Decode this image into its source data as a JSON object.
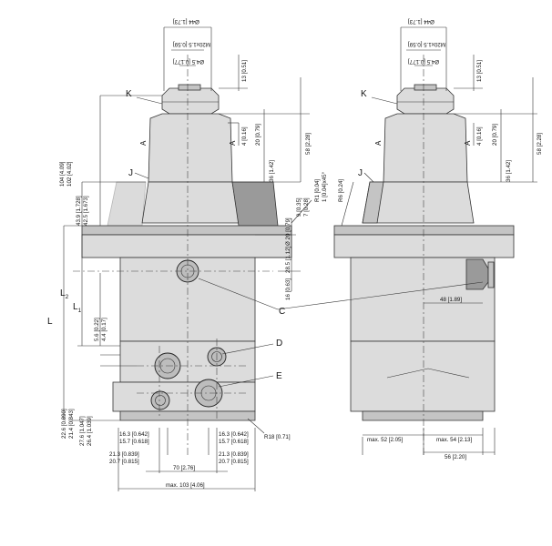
{
  "labels": {
    "K": "K",
    "J": "J",
    "A": "A",
    "C": "C",
    "D": "D",
    "E": "E",
    "L": "L",
    "L1": "L",
    "L1_sub": "1",
    "L2": "L",
    "L2_sub": "2"
  },
  "dims": {
    "d44": "Ø44 [1.73]",
    "m20": "M20x1.5 [0.59]",
    "d45": "Ø4.5 [0.177]",
    "d13": "13 [0.51]",
    "d58": "58 [2.28]",
    "d20": "20 [0.79]",
    "d4": "4 [0.16]",
    "d36": "36 [1.42]",
    "d104": "104 [4.09]",
    "d102": "102 [4.02]",
    "d439": "43.9 [1.728]",
    "d425": "42.5 [1.673]",
    "r1": "R1 [0.04]",
    "c1": "1 [0.04]x45°",
    "r6": "R6 [0.24]",
    "d9": "9 [0.35]",
    "d7": "7 [0.28]",
    "d020": "Ø 20 [0.79]",
    "d285": "28.5 [1.12]",
    "d16": "16 [0.63]",
    "d56": "5.6 [0.22]",
    "d44b": "4.4 [0.17]",
    "d48": "48 [1.89]",
    "d226": "22.6 [0.890]",
    "d214": "21.4 [0.843]",
    "d276": "27.6 [1.047]",
    "d264": "26.4 [1.039]",
    "d163": "16.3 [0.642]",
    "d157": "15.7 [0.618]",
    "d213": "21.3 [0.839]",
    "d207": "20.7 [0.815]",
    "d70": "70 [2.76]",
    "d103": "max. 103 [4.06]",
    "r18": "R18 [0.71]",
    "d52": "max. 52 [2.05]",
    "d54": "max. 54 [2.13]",
    "d56b": "56 [2.20]"
  }
}
